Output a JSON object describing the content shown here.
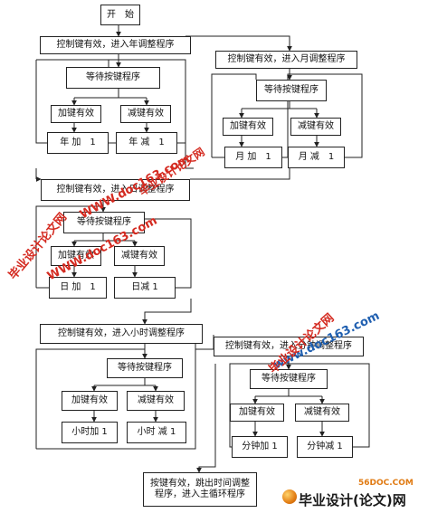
{
  "nodes": {
    "start": "开　始",
    "year_enter": "控制键有效，进入年调整程序",
    "year_wait": "等待按键程序",
    "year_add_valid": "加键有效",
    "year_sub_valid": "减键有效",
    "year_add": "年 加　1",
    "year_sub": "年 减　1",
    "month_enter": "控制键有效，进入月调整程序",
    "month_wait": "等待按键程序",
    "month_add_valid": "加键有效",
    "month_sub_valid": "减键有效",
    "month_add": "月 加　1",
    "month_sub": "月 减　1",
    "day_enter": "控制键有效，进入日调整程序",
    "day_wait": "等待按键程序",
    "day_add_valid": "加键有效",
    "day_sub_valid": "减键有效",
    "day_add": "日 加　1",
    "day_sub": "日减 1",
    "hour_enter": "控制键有效，进入小时调整程序",
    "hour_wait": "等待按键程序",
    "hour_add_valid": "加键有效",
    "hour_sub_valid": "减键有效",
    "hour_add": "小时加 1",
    "hour_sub": "小时 减 1",
    "minute_enter": "控制键有效，进入分钟调整程序",
    "minute_wait": "等待按键程序",
    "minute_add_valid": "加键有效",
    "minute_sub_valid": "减键有效",
    "minute_add": "分钟加 1",
    "minute_sub": "分钟减 1",
    "exit": "按键有效，跳出时间调整程序，进入主循环程序"
  },
  "watermarks": {
    "site_1": "WWW.doc163.com",
    "site_2": "WWW.doc163.com",
    "site_3": "www.doc163.com",
    "brand_1": "毕业设计论文网",
    "brand_2": "毕业设计论文网",
    "brand_3": "毕业设计论文网",
    "logo_text": "毕业设计(论文)网",
    "logo_site": "56DOC.COM"
  },
  "colors": {
    "line": "#222222",
    "watermark_red": "#d42a20",
    "watermark_blue": "#1f5fb0",
    "logo_orange": "#e07a12"
  }
}
